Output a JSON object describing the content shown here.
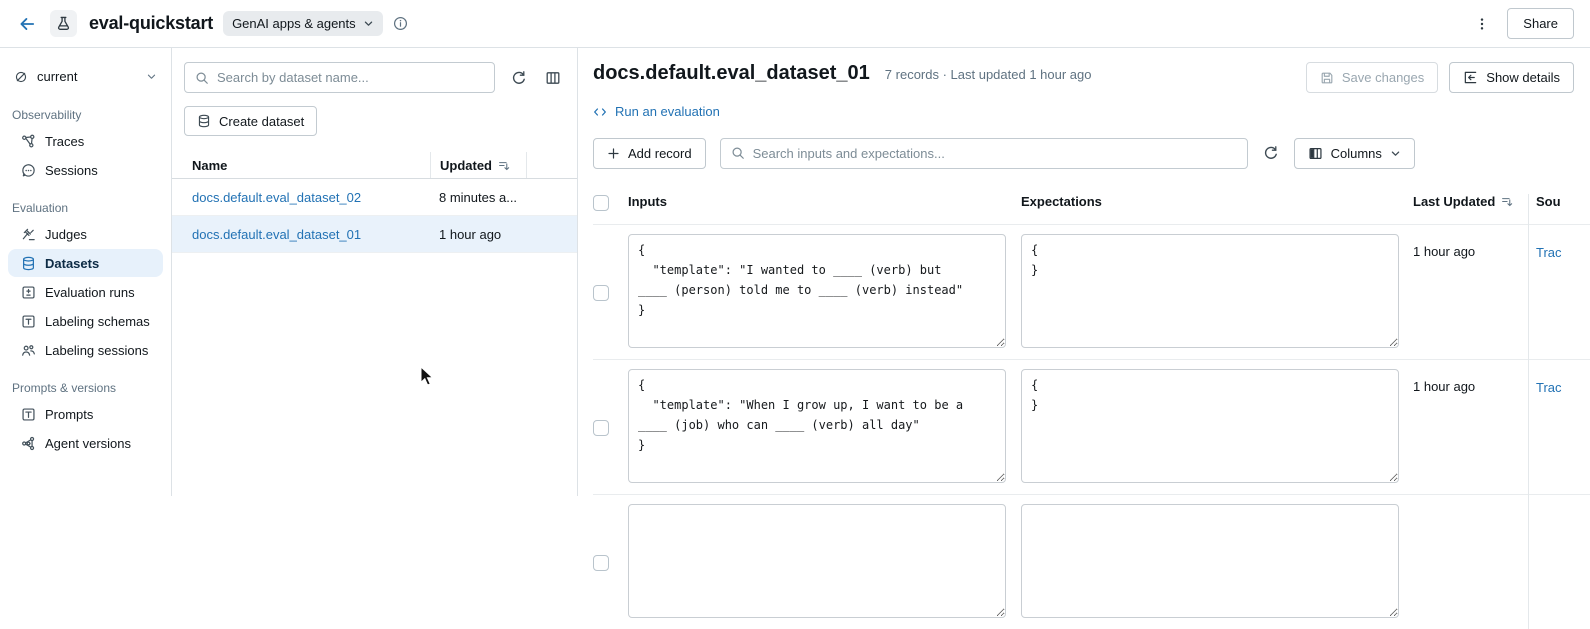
{
  "colors": {
    "accent_blue": "#2272B4",
    "selected_bg": "#e9f2fb",
    "sidebar_active_bg": "#e7f1fb"
  },
  "topbar": {
    "title": "eval-quickstart",
    "type_badge": "GenAI apps & agents",
    "share_label": "Share"
  },
  "sidebar": {
    "workspace_selector": {
      "label": "current"
    },
    "sections": [
      {
        "label": "Observability",
        "items": [
          {
            "label": "Traces",
            "icon": "traces-icon"
          },
          {
            "label": "Sessions",
            "icon": "sessions-icon"
          }
        ]
      },
      {
        "label": "Evaluation",
        "items": [
          {
            "label": "Judges",
            "icon": "gavel-icon"
          },
          {
            "label": "Datasets",
            "icon": "database-icon",
            "active": true
          },
          {
            "label": "Evaluation runs",
            "icon": "evaluation-runs-icon"
          },
          {
            "label": "Labeling schemas",
            "icon": "text-box-icon"
          },
          {
            "label": "Labeling sessions",
            "icon": "people-icon"
          }
        ]
      },
      {
        "label": "Prompts & versions",
        "items": [
          {
            "label": "Prompts",
            "icon": "text-box-icon"
          },
          {
            "label": "Agent versions",
            "icon": "graph-icon"
          }
        ]
      }
    ]
  },
  "dataset_list": {
    "search_placeholder": "Search by dataset name...",
    "create_button": "Create dataset",
    "columns": {
      "name": "Name",
      "updated": "Updated"
    },
    "rows": [
      {
        "name": "docs.default.eval_dataset_02",
        "updated": "8 minutes a...",
        "selected": false
      },
      {
        "name": "docs.default.eval_dataset_01",
        "updated": "1 hour ago",
        "selected": true
      }
    ]
  },
  "detail": {
    "title": "docs.default.eval_dataset_01",
    "meta": "7 records · Last updated 1 hour ago",
    "run_eval_link": "Run an evaluation",
    "save_button": "Save changes",
    "details_button": "Show details",
    "add_record_button": "Add record",
    "search_placeholder": "Search inputs and expectations...",
    "columns_button": "Columns",
    "table": {
      "headers": {
        "inputs": "Inputs",
        "expectations": "Expectations",
        "last_updated": "Last Updated",
        "source": "Sou"
      },
      "records": [
        {
          "inputs": "{\n  \"template\": \"I wanted to ____ (verb) but\n____ (person) told me to ____ (verb) instead\"\n}",
          "expectations": "{\n}",
          "last_updated": "1 hour ago",
          "source": "Trac"
        },
        {
          "inputs": "{\n  \"template\": \"When I grow up, I want to be a\n____ (job) who can ____ (verb) all day\"\n}",
          "expectations": "{\n}",
          "last_updated": "1 hour ago",
          "source": "Trac"
        }
      ]
    }
  }
}
